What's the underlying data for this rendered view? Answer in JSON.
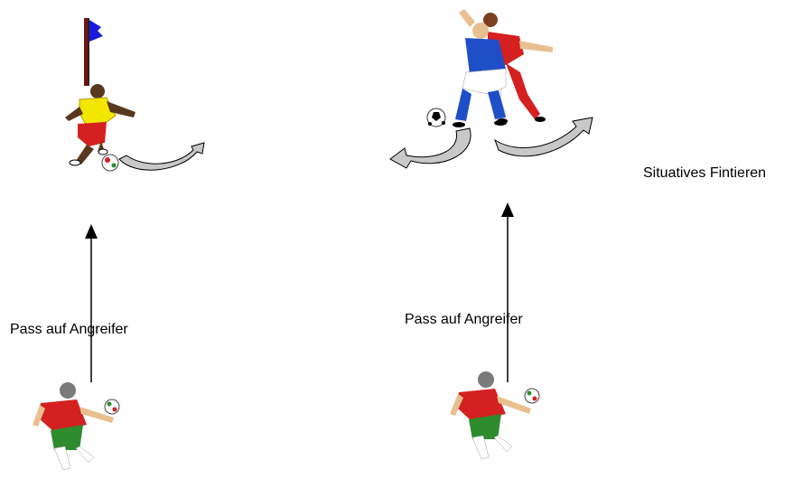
{
  "labels": {
    "pass_left": "Pass auf Angreifer",
    "pass_right": "Pass auf Angreifer",
    "title": "Situatives Fintieren"
  },
  "figures": [
    {
      "name": "corner-flag-icon",
      "depicts": "corner flag"
    },
    {
      "name": "attacker-yellow-player",
      "depicts": "attacker in yellow and red kicking the ball"
    },
    {
      "name": "duel-players",
      "depicts": "blue and red players in a duel"
    },
    {
      "name": "passer-left",
      "depicts": "red and green player passing"
    },
    {
      "name": "passer-right",
      "depicts": "red and green player passing"
    }
  ],
  "colors": {
    "arrow": "#000000",
    "curve_arrow_fill": "#c8c8c8",
    "flag": "#1a1adc",
    "yellow_shirt": "#f2e600",
    "red": "#d42020",
    "green": "#2e8b2e",
    "blue_kit": "#1f4fc8"
  }
}
